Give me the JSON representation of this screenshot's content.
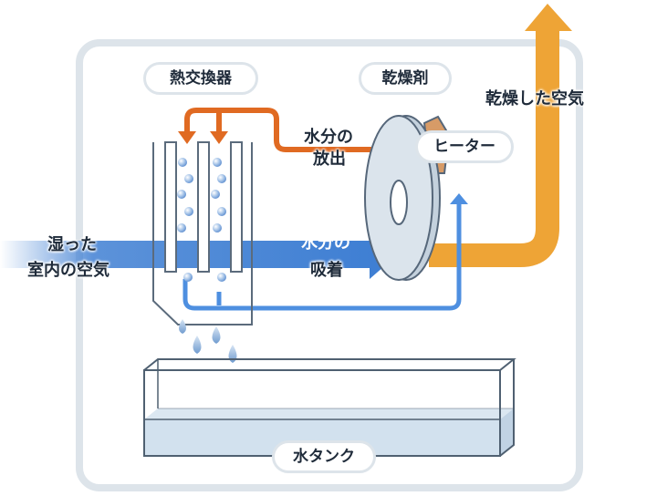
{
  "labels": {
    "heat_exchanger": "熱交換器",
    "desiccant": "乾燥剤",
    "heater": "ヒーター",
    "dry_air": "乾燥した空気",
    "moisture_release": [
      "水分の",
      "放出"
    ],
    "moisture_adsorb": [
      "水分の",
      "吸着"
    ],
    "humid_air": [
      "湿った",
      "室内の空気"
    ],
    "water_tank": "水タンク"
  },
  "colors": {
    "frame": "#dde4ea",
    "hot_flow": "#e06a22",
    "dry_air_flow": "#eea436",
    "cool_flow": "#4e8fe0",
    "humid_flow": "#3f7fd3",
    "rotor": "#dbe4ec",
    "rotor_edge": "#56677a",
    "water": "#d2e1ee",
    "tank_edge": "#4f6071"
  }
}
